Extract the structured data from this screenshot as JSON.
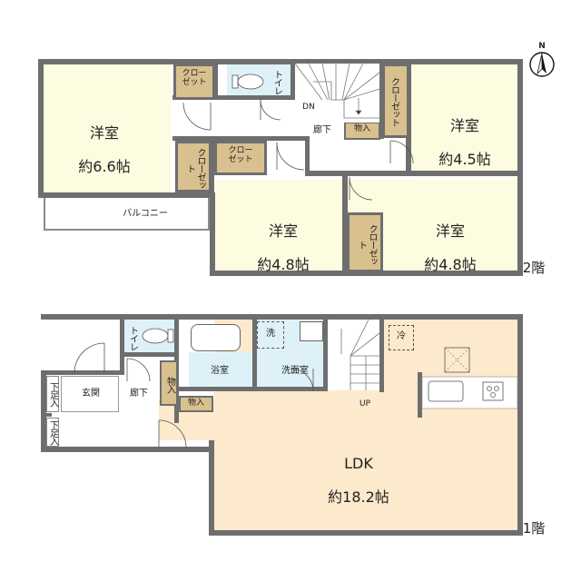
{
  "compass": {
    "label": "N"
  },
  "floor2": {
    "floor_label": "2階",
    "rooms": {
      "western_66": {
        "name": "洋室",
        "size": "約6.6帖"
      },
      "western_45": {
        "name": "洋室",
        "size": "約4.5帖"
      },
      "western_48a": {
        "name": "洋室",
        "size": "約4.8帖"
      },
      "western_48b": {
        "name": "洋室",
        "size": "約4.8帖"
      },
      "toilet": {
        "name": "トイレ"
      },
      "hallway": {
        "name": "廊下"
      },
      "balcony": {
        "name": "バルコニー"
      },
      "storage": {
        "name": "物入"
      },
      "stairs_dir": "DN",
      "closet1": {
        "name": "クロー\nゼット"
      },
      "closet2": {
        "name": "クロー\nゼット"
      },
      "closet3": {
        "name": "クローゼット"
      },
      "closet4": {
        "name": "クローゼット"
      },
      "closet5": {
        "name": "クローゼット"
      }
    }
  },
  "floor1": {
    "floor_label": "1階",
    "rooms": {
      "ldk": {
        "name": "LDK",
        "size": "約18.2帖"
      },
      "toilet": {
        "name": "トイレ"
      },
      "bath": {
        "name": "浴室"
      },
      "washroom": {
        "name": "洗面室"
      },
      "entrance": {
        "name": "玄関"
      },
      "hallway": {
        "name": "廊下"
      },
      "storage1": {
        "name": "物入"
      },
      "storage2": {
        "name": "物入"
      },
      "shoebox1": {
        "name": "下足入"
      },
      "shoebox2": {
        "name": "下足入"
      },
      "washer": "洗",
      "fridge": "冷",
      "stairs_dir": "UP"
    }
  },
  "colors": {
    "wall": "#6e6e6e",
    "bedroom": "#fdfbe0",
    "ldk": "#fde9cc",
    "wet": "#def1f8",
    "closet": "#d8c08f"
  }
}
